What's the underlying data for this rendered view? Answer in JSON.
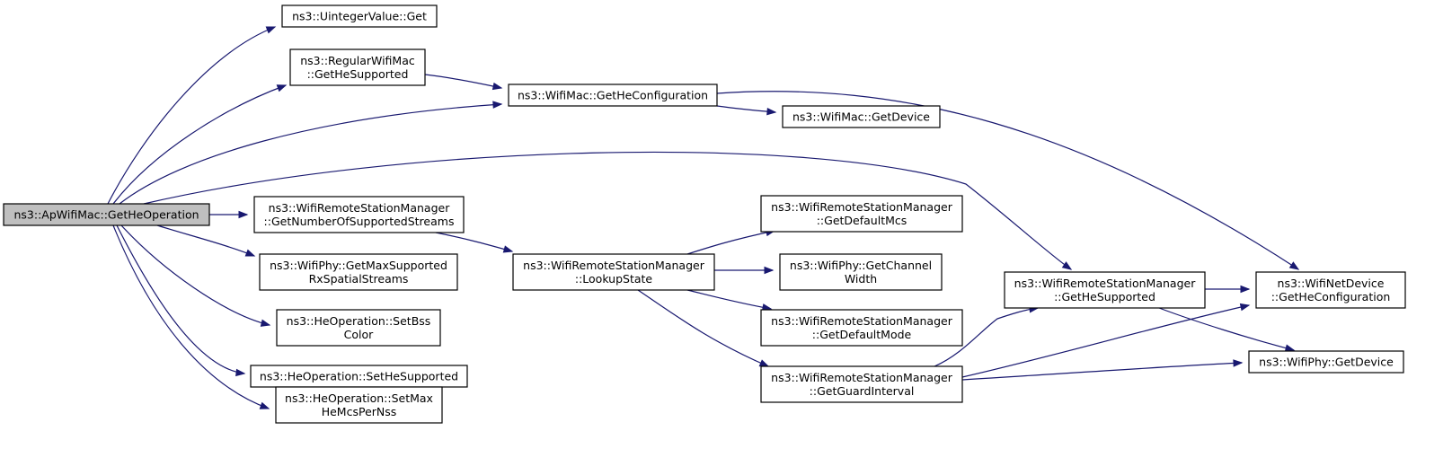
{
  "graph": {
    "edge_color": "#191970",
    "root_fill": "#bfbfbf",
    "nodes": {
      "root": [
        "ns3::ApWifiMac::GetHeOperation"
      ],
      "uinteger_get": [
        "ns3::UintegerValue::Get"
      ],
      "regular_get_he_supported": [
        "ns3::RegularWifiMac",
        "::GetHeSupported"
      ],
      "mac_get_he_configuration": [
        "ns3::WifiMac::GetHeConfiguration"
      ],
      "mac_get_device": [
        "ns3::WifiMac::GetDevice"
      ],
      "rsm_get_num_streams": [
        "ns3::WifiRemoteStationManager",
        "::GetNumberOfSupportedStreams"
      ],
      "phy_get_max_rx_streams": [
        "ns3::WifiPhy::GetMaxSupported",
        "RxSpatialStreams"
      ],
      "heop_set_bss_color": [
        "ns3::HeOperation::SetBss",
        "Color"
      ],
      "heop_set_he_supported": [
        "ns3::HeOperation::SetHeSupported"
      ],
      "heop_set_max_mcs": [
        "ns3::HeOperation::SetMax",
        "HeMcsPerNss"
      ],
      "rsm_lookup_state": [
        "ns3::WifiRemoteStationManager",
        "::LookupState"
      ],
      "rsm_get_default_mcs": [
        "ns3::WifiRemoteStationManager",
        "::GetDefaultMcs"
      ],
      "phy_get_channel_width": [
        "ns3::WifiPhy::GetChannel",
        "Width"
      ],
      "rsm_get_default_mode": [
        "ns3::WifiRemoteStationManager",
        "::GetDefaultMode"
      ],
      "rsm_get_guard_interval": [
        "ns3::WifiRemoteStationManager",
        "::GetGuardInterval"
      ],
      "rsm_get_he_supported": [
        "ns3::WifiRemoteStationManager",
        "::GetHeSupported"
      ],
      "netdev_get_he_configuration": [
        "ns3::WifiNetDevice",
        "::GetHeConfiguration"
      ],
      "phy_get_device": [
        "ns3::WifiPhy::GetDevice"
      ]
    },
    "edges": [
      [
        "root",
        "uinteger_get"
      ],
      [
        "root",
        "regular_get_he_supported"
      ],
      [
        "root",
        "mac_get_he_configuration"
      ],
      [
        "root",
        "rsm_get_he_supported"
      ],
      [
        "root",
        "rsm_get_num_streams"
      ],
      [
        "root",
        "phy_get_max_rx_streams"
      ],
      [
        "root",
        "heop_set_bss_color"
      ],
      [
        "root",
        "heop_set_he_supported"
      ],
      [
        "root",
        "heop_set_max_mcs"
      ],
      [
        "regular_get_he_supported",
        "mac_get_he_configuration"
      ],
      [
        "mac_get_he_configuration",
        "mac_get_device"
      ],
      [
        "mac_get_he_configuration",
        "netdev_get_he_configuration"
      ],
      [
        "rsm_get_num_streams",
        "rsm_lookup_state"
      ],
      [
        "rsm_lookup_state",
        "rsm_get_default_mcs"
      ],
      [
        "rsm_lookup_state",
        "phy_get_channel_width"
      ],
      [
        "rsm_lookup_state",
        "rsm_get_default_mode"
      ],
      [
        "rsm_lookup_state",
        "rsm_get_guard_interval"
      ],
      [
        "rsm_get_guard_interval",
        "rsm_get_he_supported"
      ],
      [
        "rsm_get_guard_interval",
        "netdev_get_he_configuration"
      ],
      [
        "rsm_get_guard_interval",
        "phy_get_device"
      ],
      [
        "rsm_get_he_supported",
        "netdev_get_he_configuration"
      ],
      [
        "rsm_get_he_supported",
        "phy_get_device"
      ]
    ]
  }
}
